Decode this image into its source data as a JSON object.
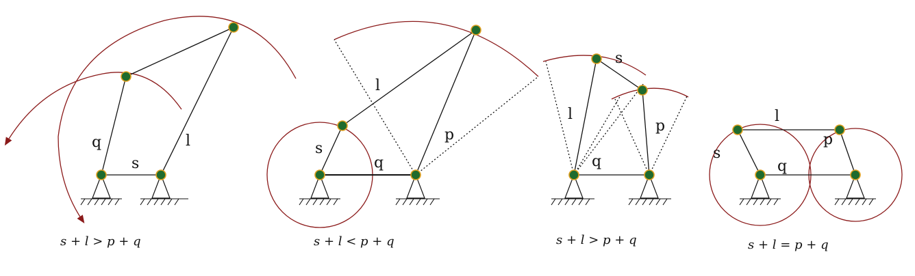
{
  "panels": [
    {
      "caption": "s + l > p + q",
      "labels": {
        "q": "q",
        "s": "s",
        "l": "l"
      }
    },
    {
      "caption": "s + l < p + q",
      "labels": {
        "l": "l",
        "s": "s",
        "q": "q",
        "p": "p"
      }
    },
    {
      "caption": "s + l > p + q",
      "labels": {
        "s": "s",
        "l": "l",
        "p": "p",
        "q": "q"
      }
    },
    {
      "caption": "s + l = p + q",
      "labels": {
        "l": "l",
        "s": "s",
        "p": "p",
        "q": "q"
      }
    }
  ],
  "colors": {
    "joint_fill": "#1f6b2e",
    "joint_stroke": "#e0a020",
    "arc": "#8b1a1a",
    "link": "#111111"
  }
}
